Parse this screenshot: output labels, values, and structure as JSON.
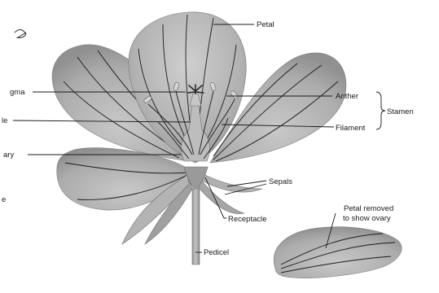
{
  "labels": {
    "petal": "Petal",
    "anther": "Anther",
    "stamen": "Stamen",
    "filament": "Filament",
    "stigma": "gma",
    "style": "le",
    "ovary": "ary",
    "sepals": "Sepals",
    "receptacle": "Receptacle",
    "pedicel": "Pedicel",
    "petal_removed_line1": "Petal removed",
    "petal_removed_line2": "to show ovary",
    "edge_letter": "e"
  },
  "colors": {
    "petal_fill": "#a9a9a9",
    "petal_light": "#c6c6c6",
    "petal_dark": "#8e8e8e",
    "background": "#ffffff",
    "line": "#1a1a1a"
  }
}
